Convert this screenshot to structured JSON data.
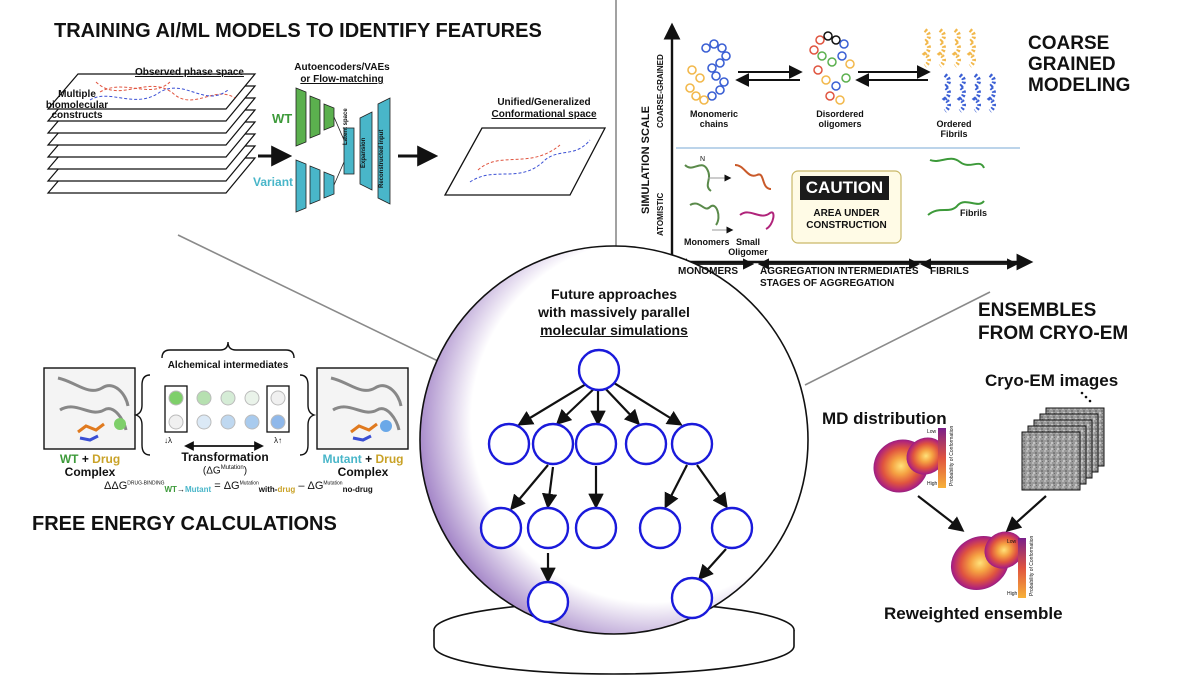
{
  "ml": {
    "title": "TRAINING AI/ML MODELS TO IDENTIFY FEATURES",
    "observed_label": "Observed phase space",
    "multiple_label": "Multiple biomolecular constructs",
    "models_label_1": "Autoencoders/VAEs",
    "models_label_2": "or Flow-matching",
    "wt": "WT",
    "variant": "Variant",
    "latent": "Latent space",
    "expansion": "Expansion",
    "reconstructed": "Reconstructed input",
    "unified_1": "Unified/Generalized",
    "unified_2": "Conformational space"
  },
  "cg": {
    "title_1": "COARSE",
    "title_2": "GRAINED",
    "title_3": "MODELING",
    "axis_scale": "SIMULATION SCALE",
    "axis_coarse": "COARSE-GRAINED",
    "axis_atomistic": "ATOMISTIC",
    "monomeric_1": "Monomeric",
    "monomeric_2": "chains",
    "disordered_1": "Disordered",
    "disordered_2": "oligomers",
    "ordered_1": "Ordered",
    "ordered_2": "Fibrils",
    "n_label": "N",
    "monomers_small": "Monomers",
    "small_1": "Small",
    "small_2": "Oligomer",
    "caution": "CAUTION",
    "area_1": "AREA UNDER",
    "area_2": "CONSTRUCTION",
    "fibrils_small": "Fibrils",
    "stage_monomers": "MONOMERS",
    "stage_intermediates": "AGGREGATION INTERMEDIATES",
    "stage_fibrils": "FIBRILS",
    "stages_axis": "STAGES OF AGGREGATION"
  },
  "center": {
    "line1": "Future approaches",
    "line2": "with massively parallel",
    "line3": "molecular simulations"
  },
  "fe": {
    "title": "FREE ENERGY CALCULATIONS",
    "alchemical": "Alchemical intermediates",
    "lambda_down": "↓λ",
    "lambda_up": "λ↑",
    "transformation": "Transformation",
    "delta_g_sym": "(ΔG",
    "mutation_sup": "Mutation",
    "close_paren": ")",
    "wt": "WT",
    "plus": "+",
    "drug": "Drug",
    "complex": "Complex",
    "mutant": "Mutant",
    "eq_ddg": "ΔΔG",
    "eq_sup_binding": "DRUG-BINDING",
    "eq_sub_wt": "WT",
    "eq_arrow": "→",
    "eq_sub_mutant": "Mutant",
    "eq_equals": "= ΔG",
    "eq_sup_mut": "Mutation",
    "eq_sub_with": "with-",
    "eq_sub_drug": "drug",
    "eq_minus": "– ΔG",
    "eq_sup_mut2": "Mutation",
    "eq_sub_nodrug": "no-drug"
  },
  "cryo": {
    "title_1": "ENSEMBLES",
    "title_2": "FROM CRYO-EM",
    "images": "Cryo-EM images",
    "md": "MD distribution",
    "low": "Low",
    "high": "High",
    "prob": "Probability of Conformation",
    "reweighted": "Reweighted ensemble"
  },
  "colors": {
    "node_blue": "#1a1adb",
    "wt_green": "#3d9a3a",
    "variant_teal": "#49b6c9",
    "drug_gold": "#c9a227",
    "sphere_purple": "#8a63b8"
  },
  "icons": [
    "layer-stack-icon",
    "neural-network-icon",
    "graph-tree-icon",
    "crystal-ball-icon",
    "density-blob-icon",
    "micrograph-stack-icon",
    "protein-ribbon-icon",
    "polymer-chain-icon"
  ]
}
